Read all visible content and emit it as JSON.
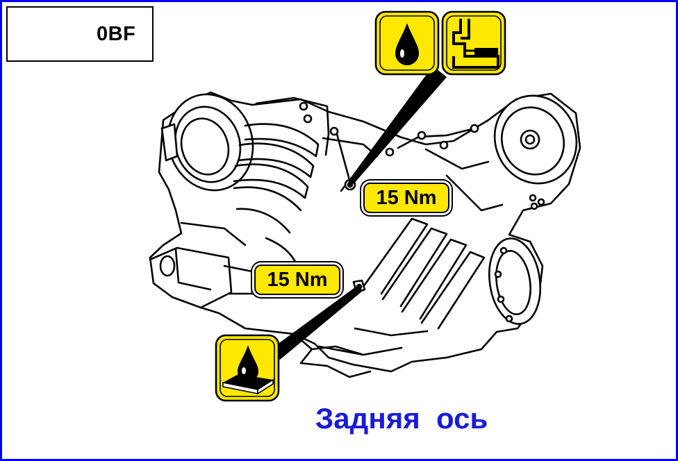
{
  "header": {
    "component_code": "0BF",
    "component_icon": "axle-housing-icon"
  },
  "callouts": {
    "upper_torque": "15 Nm",
    "lower_torque": "15 Nm"
  },
  "icons": {
    "upper_left": "oil-drop-icon",
    "upper_right": "oil-fill-level-icon",
    "lower": "oil-drain-icon"
  },
  "caption": "Задняя  ось",
  "colors": {
    "frame": "#0000ff",
    "icon_yellow": "#ffe800",
    "caption": "#1a1ad8"
  }
}
